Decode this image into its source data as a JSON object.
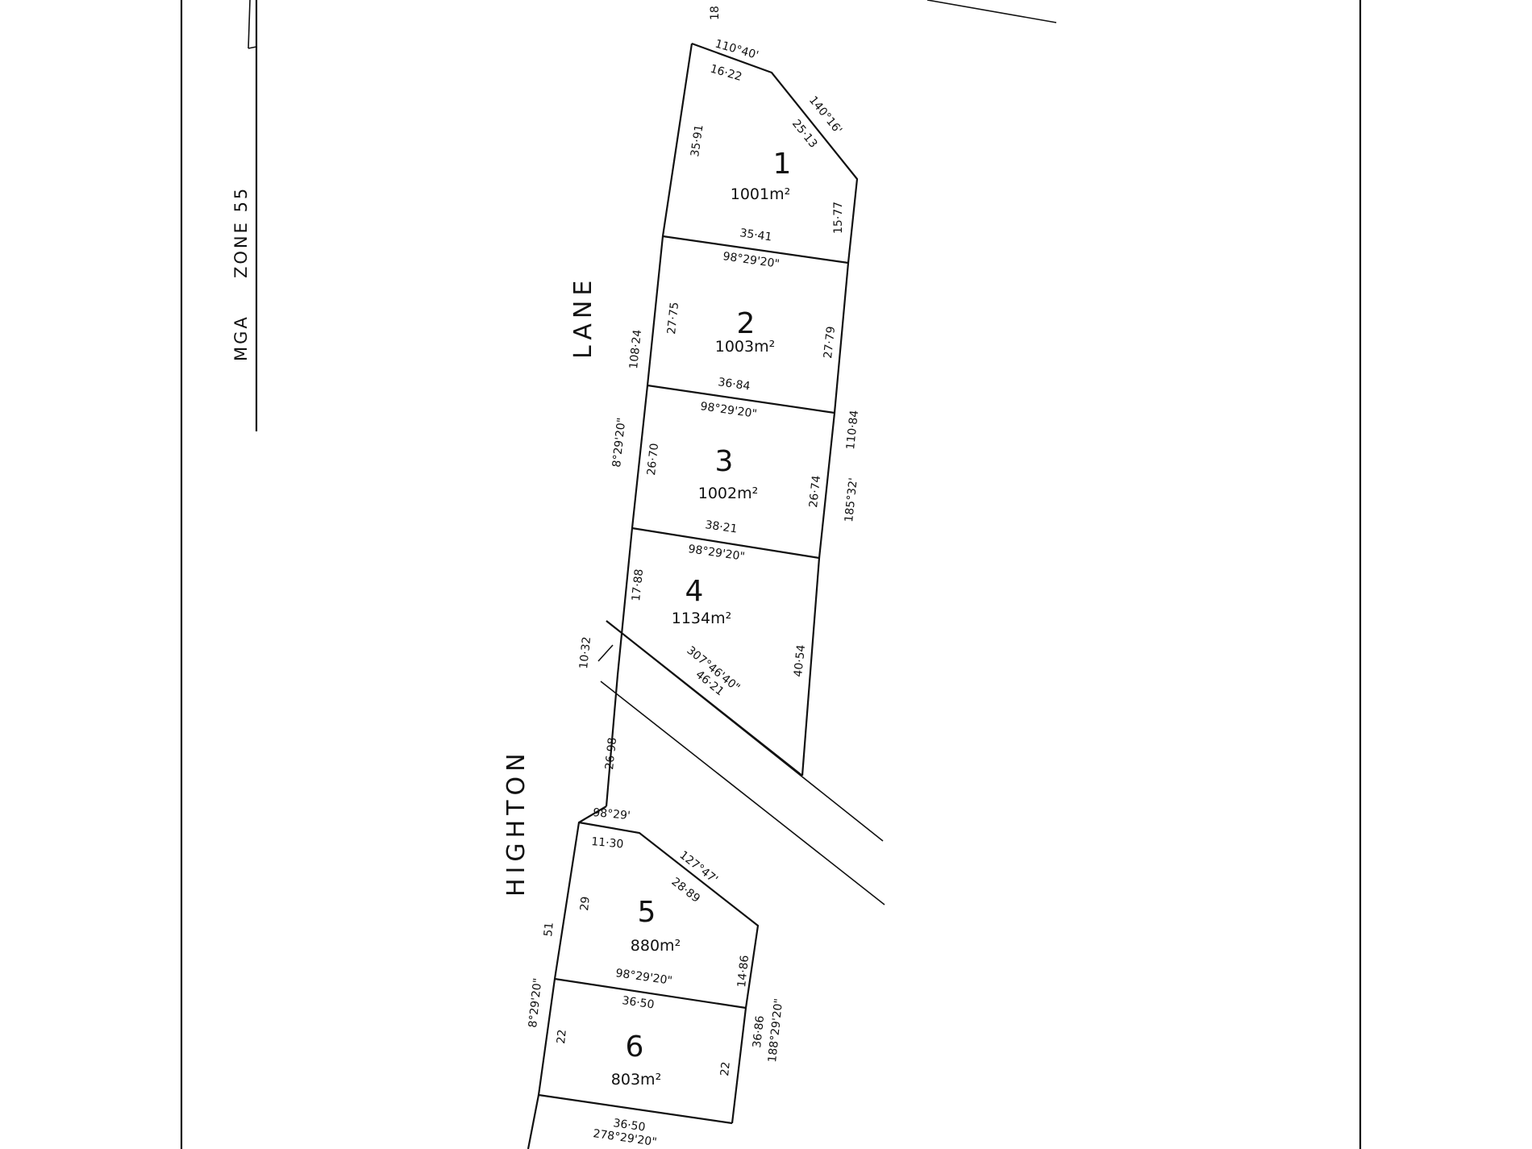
{
  "grid_label": {
    "mga": "MGA",
    "zone": "ZONE 55"
  },
  "roads": {
    "lane": "LANE",
    "highton": "HIGHTON"
  },
  "lots": [
    {
      "number": "1",
      "area": "1001m²"
    },
    {
      "number": "2",
      "area": "1003m²"
    },
    {
      "number": "3",
      "area": "1002m²"
    },
    {
      "number": "4",
      "area": "1134m²"
    },
    {
      "number": "5",
      "area": "880m²"
    },
    {
      "number": "6",
      "area": "803m²"
    }
  ],
  "dimensions": {
    "top_partial": "18",
    "l1_top_bearing": "110°40'",
    "l1_top": "16·22",
    "l1_diag_bearing": "140°16'",
    "l1_diag": "25·13",
    "l1_left": "35·91",
    "l1_right": "15·77",
    "l1_bottom": "35·41",
    "b1_bearing": "98°29'20\"",
    "l2_left": "27·75",
    "l2_right": "27·79",
    "lane_total": "108·24",
    "l2_bottom": "36·84",
    "b2_bearing": "98°29'20\"",
    "west_bearing": "8°29'20\"",
    "l3_left": "26·70",
    "l3_right": "26·74",
    "east_total": "110·84",
    "east_bearing": "185°32'",
    "l3_bottom": "38·21",
    "b3_bearing": "98°29'20\"",
    "l4_left": "17·88",
    "l4_right": "40·54",
    "splay": "10·32",
    "l4_diag_bearing": "307°46'40\"",
    "l4_diag": "46·21",
    "road_seg": "26·98",
    "l5_top_bearing": "98°29'",
    "l5_top": "11·30",
    "l5_diag_bearing": "127°47'",
    "l5_diag": "28·89",
    "l5_left": "29",
    "west2_total": "51",
    "west2_bearing": "8°29'20\"",
    "l5_right": "14·86",
    "b5_bearing": "98°29'20\"",
    "l6_top": "36·50",
    "east2_total": "36·86",
    "east2_bearing": "188°29'20\"",
    "l6_left": "22",
    "l6_right": "22",
    "l6_bottom": "36·50",
    "bottom_bearing": "278°29'20\""
  },
  "colors": {
    "ink": "#111111",
    "paper": "#ffffff"
  }
}
